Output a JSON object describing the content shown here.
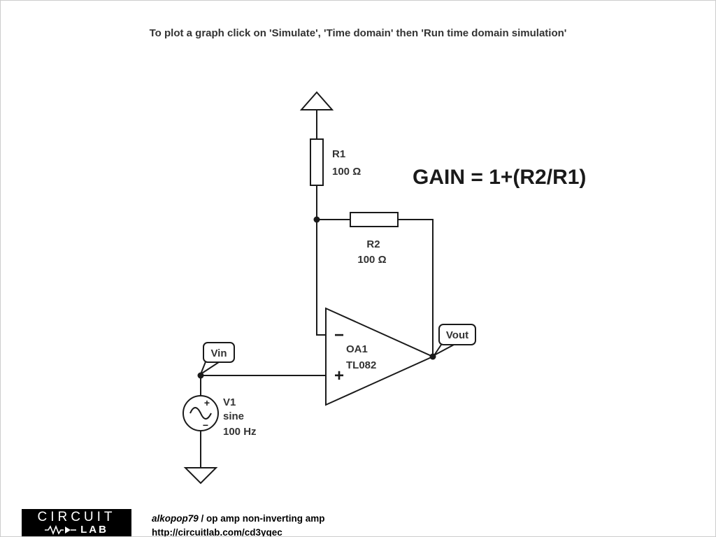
{
  "instruction": "To plot a graph click on 'Simulate', 'Time domain' then 'Run time domain simulation'",
  "gain_formula": "GAIN = 1+(R2/R1)",
  "components": {
    "r1": {
      "name": "R1",
      "value": "100 Ω"
    },
    "r2": {
      "name": "R2",
      "value": "100 Ω"
    },
    "opamp": {
      "name": "OA1",
      "model": "TL082",
      "minus_symbol": "−",
      "plus_symbol": "+"
    },
    "v1": {
      "name": "V1",
      "waveform": "sine",
      "frequency": "100 Hz",
      "plus_symbol": "+",
      "minus_symbol": "−"
    }
  },
  "net_labels": {
    "vin": "Vin",
    "vout": "Vout"
  },
  "footer": {
    "logo_circuit": "CIRCUIT",
    "logo_lab": "LAB",
    "author": "alkopop79",
    "separator": " / ",
    "title": "op amp non-inverting amp",
    "url": "http://circuitlab.com/cd3ygec"
  },
  "colors": {
    "wire": "#1a1a1a",
    "text": "#333333",
    "footer_bg": "#000000"
  }
}
